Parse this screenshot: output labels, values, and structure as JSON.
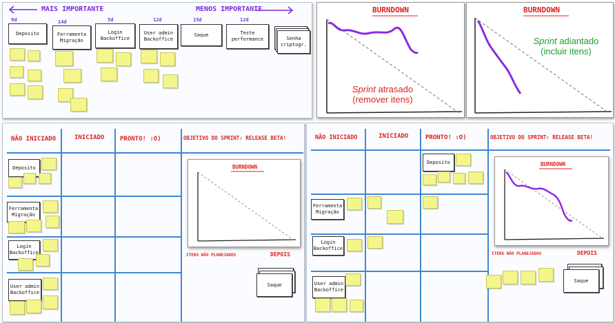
{
  "backlog": {
    "left_arrow_label": "Mais importante",
    "right_arrow_label": "Menos importante",
    "stories": [
      {
        "title": "Deposito",
        "estimate": "9d"
      },
      {
        "title": "Ferramenta Migração",
        "estimate": "14d"
      },
      {
        "title": "Login Backoffice",
        "estimate": "5d"
      },
      {
        "title": "User admin Backoffice",
        "estimate": "12d"
      },
      {
        "title": "Saque",
        "estimate": "15d"
      },
      {
        "title": "Teste performance",
        "estimate": "12d"
      },
      {
        "title": "Senha criptogr.",
        "estimate": ""
      }
    ]
  },
  "burndown_late": {
    "title": "Burndown",
    "note_term": "Sprint",
    "note_text": "atrasado",
    "note_sub": "(remover itens)"
  },
  "burndown_early": {
    "title": "Burndown",
    "note_term": "Sprint",
    "note_text": "adiantado",
    "note_sub": "(incluir itens)"
  },
  "sprint_board": {
    "col_not_started": "Não iniciado",
    "col_started": "Iniciado",
    "col_done": "Pronto! :o)",
    "col_goal": "Objetivo do sprint: release beta!",
    "chart_title": "Burndown",
    "unplanned_label": "Itens não planejados",
    "later_label": "Depois",
    "later_item": "Saque",
    "rows": [
      "Deposito",
      "Ferramenta Migração",
      "Login Backoffice",
      "User admin Backoffice"
    ]
  },
  "colors": {
    "accent_purple": "#7a2bd6",
    "accent_red": "#d9231f",
    "board_line": "#3f86d1",
    "sticky": "#f4f58a",
    "note_green": "#1f9a2a"
  }
}
